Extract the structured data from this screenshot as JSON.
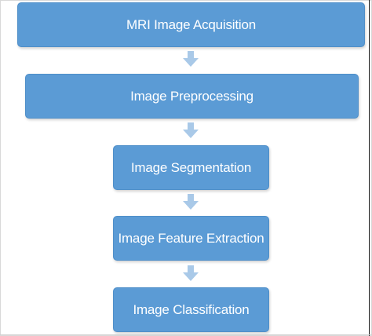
{
  "flowchart": {
    "steps": [
      {
        "label": "MRI Image Acquisition"
      },
      {
        "label": "Image Preprocessing"
      },
      {
        "label": "Image Segmentation"
      },
      {
        "label": "Image Feature Extraction"
      },
      {
        "label": "Image Classification"
      }
    ],
    "colors": {
      "box_fill": "#5b9bd5",
      "box_text": "#ffffff",
      "arrow_fill": "#a9c9e8"
    },
    "icons": {
      "connector": "down-arrow-icon"
    }
  }
}
